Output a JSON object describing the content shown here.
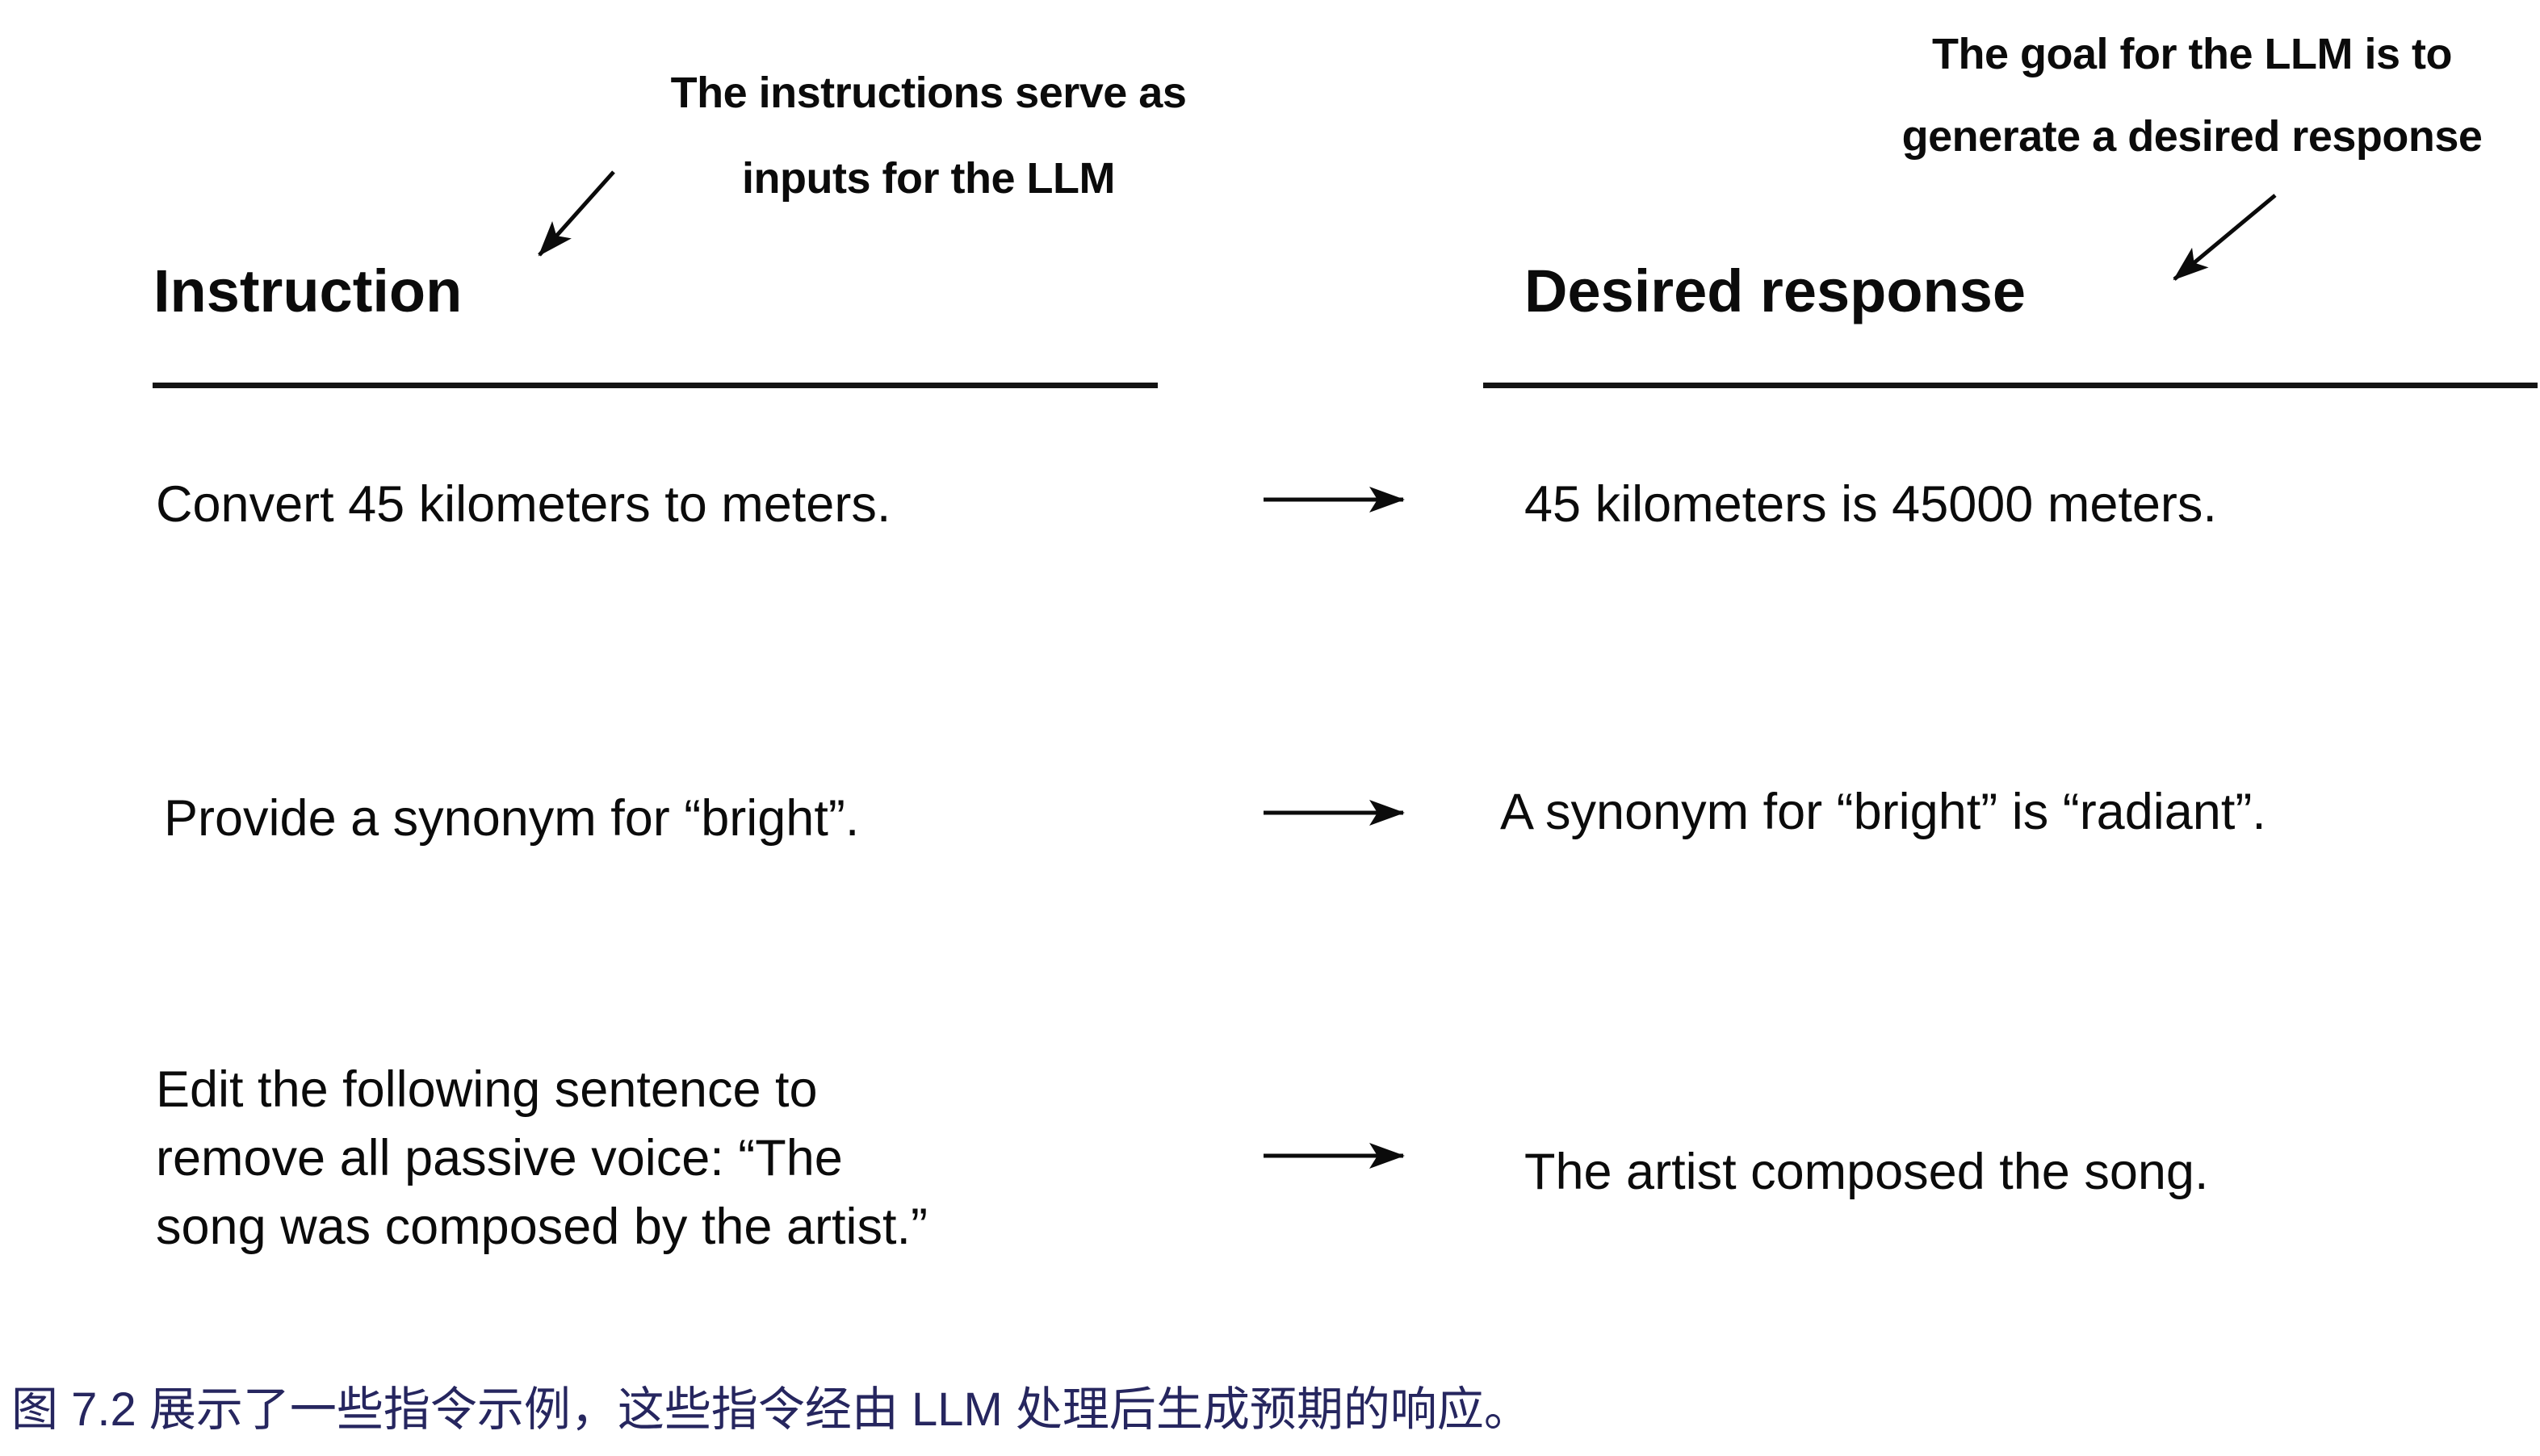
{
  "figure": {
    "annotations": {
      "instructions_note": {
        "line1": "The instructions serve as",
        "line2": "inputs for the LLM"
      },
      "goal_note": {
        "line1": "The goal for the LLM is to",
        "line2": "generate a desired response"
      }
    },
    "headers": {
      "instruction": "Instruction",
      "desired_response": "Desired response"
    },
    "examples": [
      {
        "instruction": "Convert 45 kilometers to meters.",
        "response": "45 kilometers is 45000 meters."
      },
      {
        "instruction": "Provide a synonym for “bright”.",
        "response": "A synonym for “bright” is “radiant”."
      },
      {
        "instruction_lines": [
          "Edit the following sentence to",
          "remove all passive voice: “The",
          "song was composed by the artist.”"
        ],
        "response": "The artist composed the song."
      }
    ],
    "caption": "图 7.2 展示了一些指令示例，这些指令经由 LLM 处理后生成预期的响应。",
    "colors": {
      "ink": "#0b0b0b",
      "caption_text": "#26265f",
      "background": "#ffffff"
    }
  }
}
